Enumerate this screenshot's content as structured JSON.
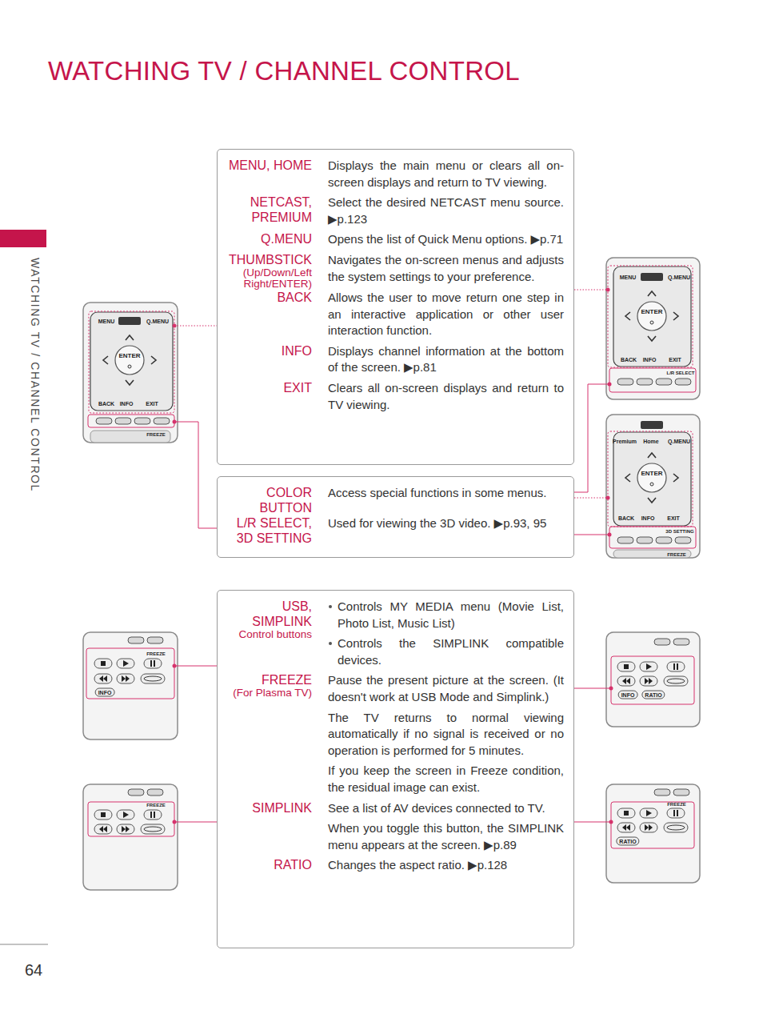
{
  "diagram": {
    "title": "WATCHING TV / CHANNEL CONTROL",
    "nodes": [
      {
        "text": [
          "MENU, HOME",
          "Displays the main menu or clears all on-screen displays and return to TV viewing.",
          "NETCAST, PREMIUM",
          "Select the desired NETCAST menu source. ▶p.123",
          "Q.MENU",
          "Opens the list of Quick Menu options. ▶p.71",
          "THUMBSTICK",
          "(Up/Down/Left Right/ENTER)",
          "Navigates the on-screen menus and adjusts the system settings to your preference.",
          "BACK",
          "Allows the user to move return one step in an interactive application or other user interaction function.",
          "INFO",
          "Displays channel information at the bottom of the screen. ▶p.81",
          "EXIT",
          "Clears all on-screen displays and return to TV viewing."
        ]
      },
      {
        "text": [
          "COLOR BUTTON",
          "Access special functions in some menus.",
          "L/R SELECT, 3D SETTING",
          "Used for viewing the 3D video. ▶p.93, 95"
        ]
      },
      {
        "text": [
          "USB, SIMPLINK",
          "Control buttons",
          "Controls MY MEDIA menu (Movie List, Photo List, Music List)",
          "Controls the SIMPLINK compatible devices.",
          "FREEZE",
          "(For Plasma TV)",
          "Pause the present picture at the screen. (It doesn't work at USB Mode and Simplink.)",
          "The TV returns to normal viewing automatically if no signal is received or no operation is performed for 5 minutes.",
          "If you keep the screen in Freeze condition, the residual image can exist.",
          "SIMPLINK",
          "See a list of AV devices connected to TV.",
          "When you toggle this button, the SIMPLINK menu appears at the screen. ▶p.89",
          "RATIO",
          "Changes the aspect ratio. ▶p.128"
        ]
      }
    ],
    "labels": [
      "WATCHING TV / CHANNEL CONTROL",
      "64",
      "MENU",
      "Q.MENU",
      "ENTER",
      "BACK",
      "INFO",
      "EXIT",
      "FREEZE",
      "MENU",
      "Q.MENU",
      "ENTER",
      "BACK",
      "INFO",
      "EXIT",
      "L/R SELECT",
      "Premium",
      "Home",
      "Q.MENU",
      "ENTER",
      "BACK",
      "INFO",
      "EXIT",
      "3D SETTING",
      "FREEZE",
      "FREEZE",
      "INFO",
      "INFO",
      "RATIO",
      "FREEZE",
      "FREEZE",
      "RATIO"
    ]
  }
}
